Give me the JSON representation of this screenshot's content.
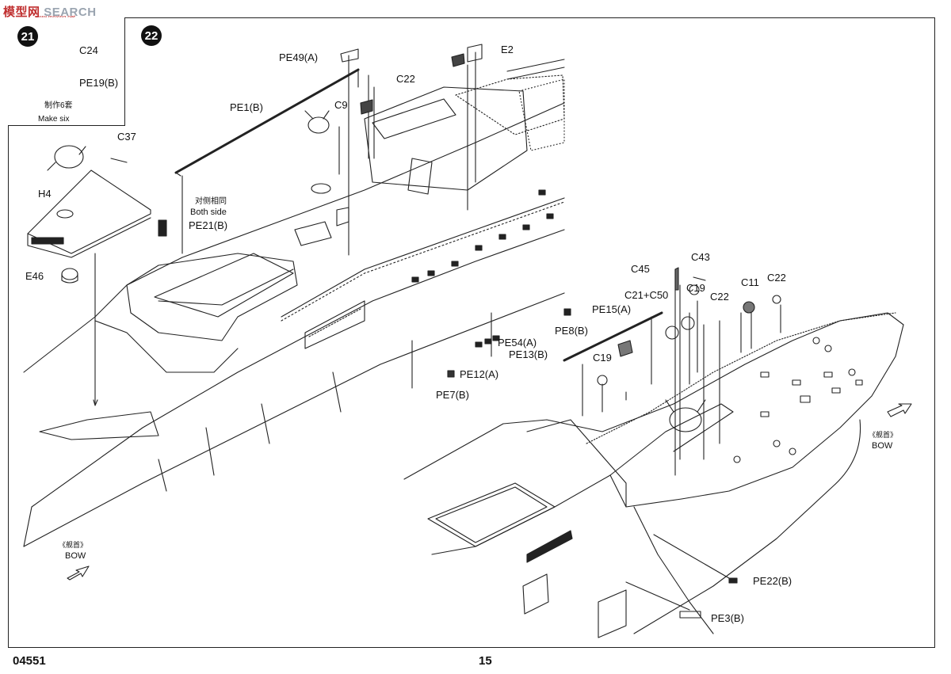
{
  "watermark": {
    "brand_red": "模型网",
    "brand_grey": "SEARCH",
    "sub": "www.moxing.net"
  },
  "inset": {
    "step": "21",
    "labels": {
      "c24": "C24",
      "pe19b": "PE19(B)"
    },
    "note_cn": "制作6套",
    "note_en": "Make  six"
  },
  "main": {
    "step": "22",
    "labels": {
      "pe49a": "PE49(A)",
      "e2": "E2",
      "c22_top": "C22",
      "pe1b": "PE1(B)",
      "c9": "C9",
      "c37": "C37",
      "h4": "H4",
      "both_cn": "对侧相同",
      "both_en": "Both side",
      "pe21b": "PE21(B)",
      "e46": "E46",
      "pe8b": "PE8(B)",
      "pe54a": "PE54(A)",
      "pe13b": "PE13(B)",
      "pe12a": "PE12(A)",
      "pe7b": "PE7(B)",
      "c45": "C45",
      "c43": "C43",
      "c21c50": "C21+C50",
      "c19a": "C19",
      "c11": "C11",
      "c22_r": "C22",
      "c22_mid": "C22",
      "pe15a": "PE15(A)",
      "c19b": "C19",
      "pe22b": "PE22(B)",
      "pe3b": "PE3(B)"
    },
    "bow_left": {
      "cn": "《舰首》",
      "en": "BOW"
    },
    "bow_right": {
      "cn": "《舰首》",
      "en": "BOW"
    }
  },
  "footer": {
    "code": "04551",
    "page": "15"
  }
}
